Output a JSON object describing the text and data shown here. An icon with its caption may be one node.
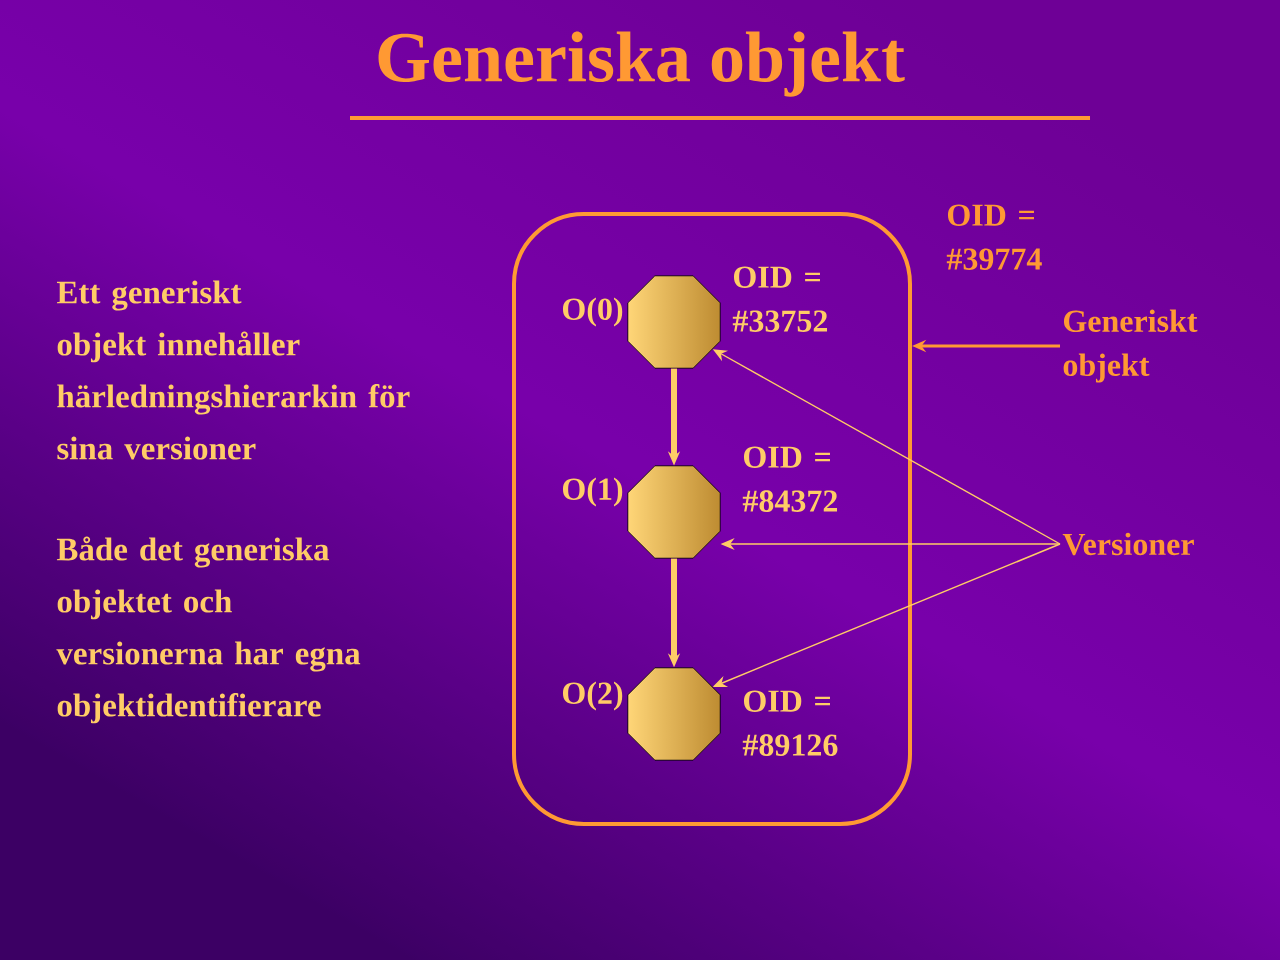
{
  "diagram": {
    "title": "Generiska objekt",
    "nodes": [
      {
        "text": [],
        "shape": "box",
        "beside": [
          "OID = #39774"
        ]
      },
      {
        "text": [],
        "shape": "octagon",
        "in": 0,
        "beside": [
          "O(0)",
          "OID = #33752"
        ]
      },
      {
        "text": [],
        "shape": "octagon",
        "in": 0,
        "beside": [
          "O(1)",
          "OID = #84372"
        ]
      },
      {
        "text": [],
        "shape": "octagon",
        "in": 0,
        "beside": [
          "O(2)",
          "OID = #89126"
        ]
      },
      {
        "text": [
          "Generiskt objekt"
        ]
      },
      {
        "text": [
          "Versioner"
        ]
      }
    ],
    "edges": [
      {
        "from": 1,
        "to": 2,
        "arrow": "to",
        "style": "thick"
      },
      {
        "from": 2,
        "to": 3,
        "arrow": "to",
        "style": "thick"
      },
      {
        "from": 4,
        "to": 0,
        "arrow": "to",
        "color": "#ff9933"
      },
      {
        "from": 5,
        "to": 1,
        "arrow": "to"
      },
      {
        "from": 5,
        "to": 2,
        "arrow": "to"
      },
      {
        "from": 5,
        "to": 3,
        "arrow": "to"
      }
    ],
    "labels": [
      "Ett generiskt objekt innehåller härledningshierarkin för sina versioner",
      "Både det generiska objektet och versionerna har egna objektidentifierare"
    ]
  }
}
